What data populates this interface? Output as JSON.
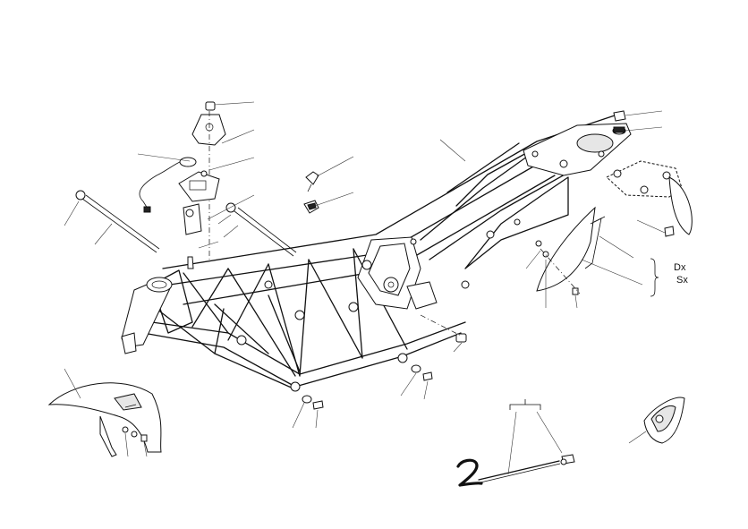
{
  "side_labels": {
    "right": "Dx",
    "left": "Sx"
  },
  "reference_number": "2"
}
